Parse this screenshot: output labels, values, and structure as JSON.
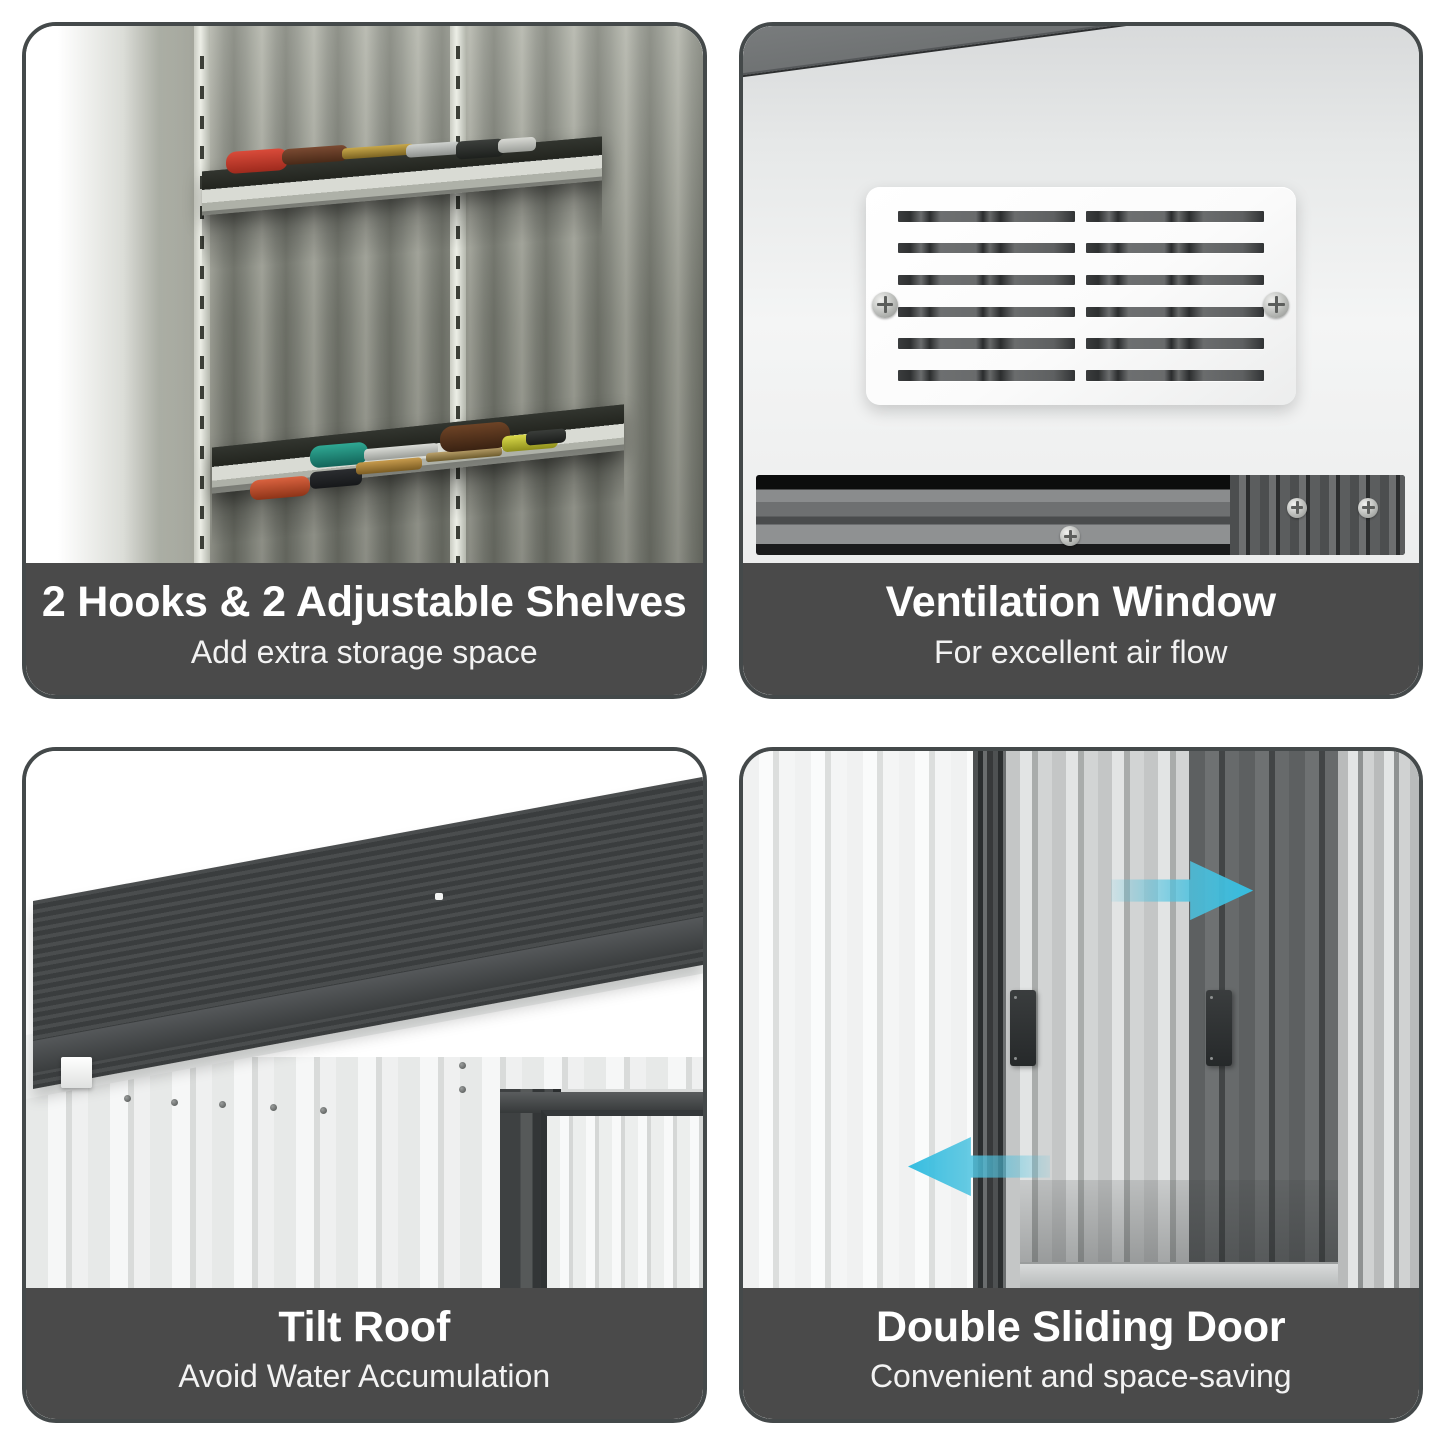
{
  "layout": {
    "columns": 2,
    "rows": 2,
    "card_border_color": "#44494a",
    "caption_bg_color": "#4a4a4a",
    "caption_text_color": "#ffffff",
    "accent_arrow_color": "#4ec3e0",
    "background_color": "#ffffff"
  },
  "cards": [
    {
      "id": "shelves",
      "title": "2 Hooks & 2 Adjustable Shelves",
      "subtitle": "Add extra storage space",
      "photo_alt": "Interior of metal shed showing two adjustable shelves holding hand tools against corrugated wall",
      "icons": [
        "shelf-rail-icon",
        "hand-tools-icon"
      ]
    },
    {
      "id": "ventilation",
      "title": "Ventilation Window",
      "subtitle": "For excellent air flow",
      "photo_alt": "White louvered ventilation window panel with six rows of slats and two screws",
      "vent": {
        "slat_rows": 6,
        "slat_columns": 2,
        "screws": 2
      },
      "icons": [
        "vent-louver-icon",
        "screw-icon"
      ]
    },
    {
      "id": "tilt-roof",
      "title": "Tilt Roof",
      "subtitle": "Avoid Water Accumulation",
      "photo_alt": "Sloped dark gray corrugated roof over white metal shed wall with door frame",
      "icons": [
        "roof-icon",
        "bolt-icon"
      ]
    },
    {
      "id": "sliding-door",
      "title": "Double Sliding Door",
      "subtitle": "Convenient and space-saving",
      "photo_alt": "Double sliding doors of metal shed with cyan arrows showing sliding direction",
      "arrows": [
        {
          "direction": "right",
          "label": "slide-right-arrow"
        },
        {
          "direction": "left",
          "label": "slide-left-arrow"
        }
      ],
      "handles": 2,
      "icons": [
        "arrow-right-icon",
        "arrow-left-icon",
        "door-handle-icon"
      ]
    }
  ]
}
